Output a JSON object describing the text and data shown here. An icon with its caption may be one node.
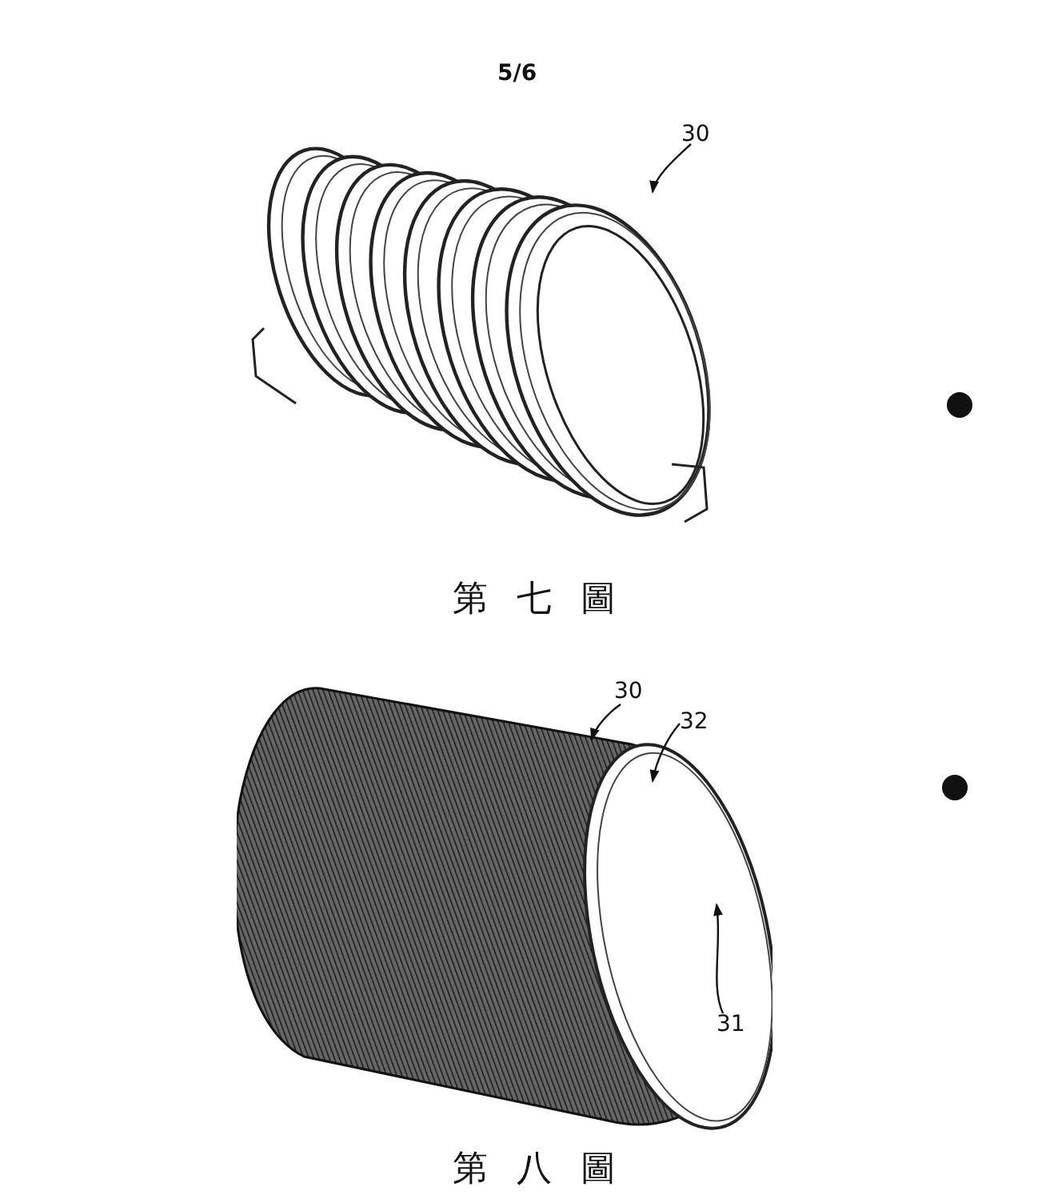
{
  "diagram": {
    "nodes": [
      {
        "text": [],
        "shape": "picture",
        "beside": [
          "第七圖"
        ]
      },
      {
        "text": [
          "30"
        ]
      },
      {
        "text": [],
        "shape": "picture",
        "beside": [
          "第八圖"
        ]
      },
      {
        "text": [
          "30"
        ]
      },
      {
        "text": [
          "32"
        ]
      },
      {
        "text": [
          "31"
        ],
        "in": 2
      }
    ],
    "edges": [
      {
        "from": 1,
        "to": 0,
        "arrow": "to"
      },
      {
        "from": 3,
        "to": 2,
        "arrow": "to"
      },
      {
        "from": 4,
        "to": 2,
        "arrow": "to"
      },
      {
        "from": 5,
        "to": 2,
        "arrow": "to"
      }
    ],
    "labels": [
      "5/6"
    ]
  }
}
